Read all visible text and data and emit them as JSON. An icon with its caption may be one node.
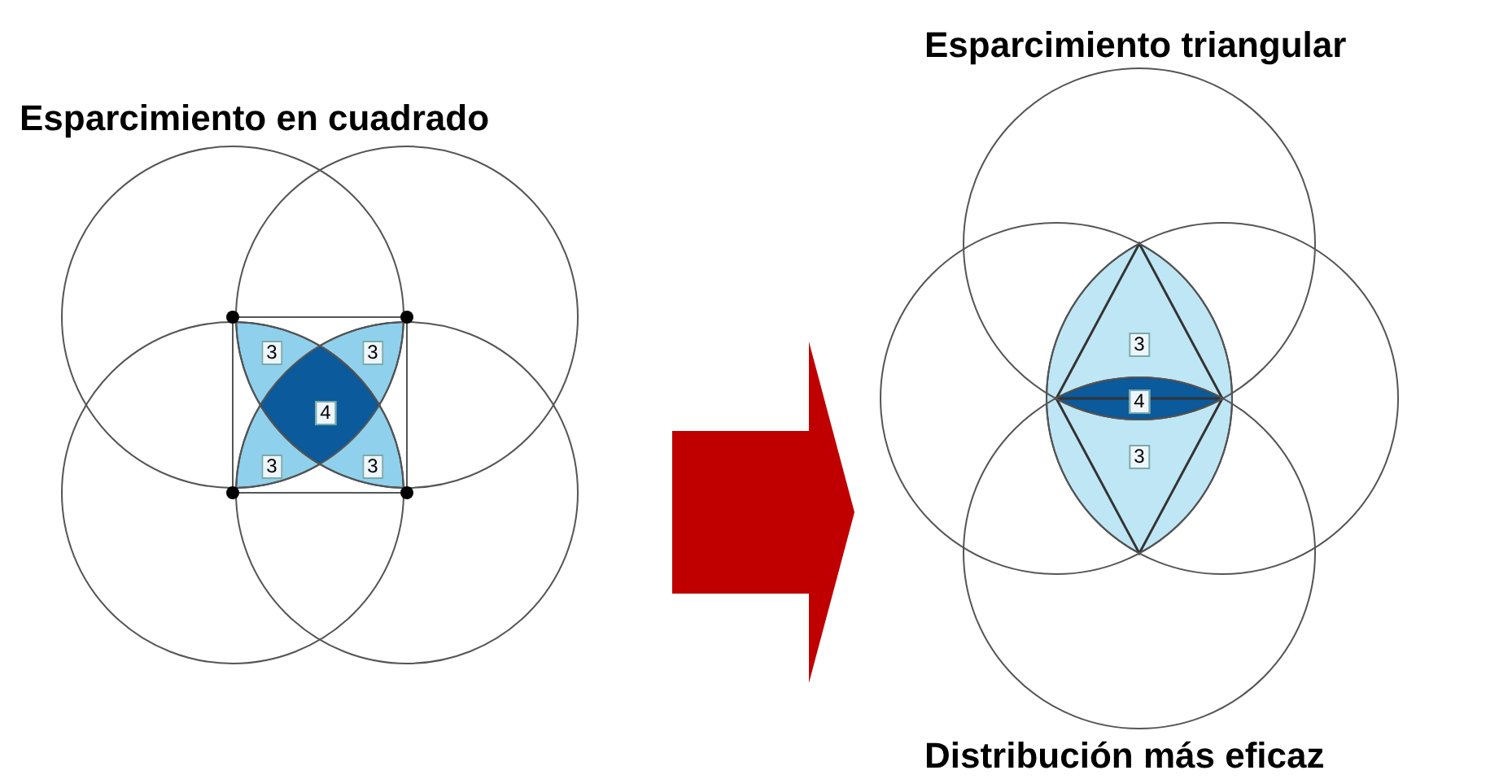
{
  "diagram": {
    "nodes": [
      {
        "text": [
          "Esparcimiento en cuadrado"
        ]
      },
      {
        "text": [
          "Esparcimiento triangular"
        ],
        "beside": [
          "Distribución más eficaz"
        ]
      }
    ],
    "edges": [
      {
        "from": 0,
        "to": 1,
        "arrow": "to"
      }
    ],
    "labels": [
      "3",
      "3",
      "4",
      "3",
      "3",
      "3",
      "4",
      "3"
    ]
  }
}
